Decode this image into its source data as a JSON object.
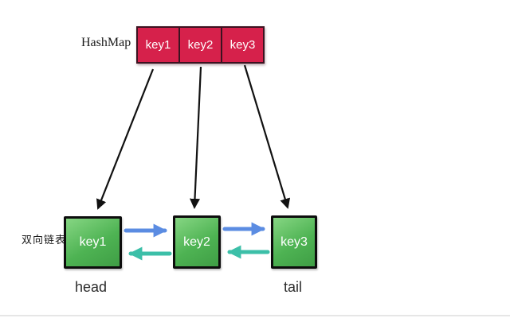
{
  "diagram": {
    "title_note": "HashMap + doubly linked list structure diagram",
    "hashmap": {
      "label": "HashMap",
      "cells": [
        {
          "label": "key1"
        },
        {
          "label": "key2"
        },
        {
          "label": "key3"
        }
      ]
    },
    "linked_list": {
      "label": "双向链表",
      "nodes": [
        {
          "label": "key1"
        },
        {
          "label": "key2"
        },
        {
          "label": "key3"
        }
      ],
      "head_label": "head",
      "tail_label": "tail"
    },
    "colors": {
      "hashmap_fill": "#d6214b",
      "hashmap_border": "#3c1220",
      "node_fill": "#4eb353",
      "node_border": "#0d0d0d",
      "next_arrow": "#5b8ce2",
      "prev_arrow": "#3cbfa8",
      "pointer_arrow": "#111111"
    }
  }
}
